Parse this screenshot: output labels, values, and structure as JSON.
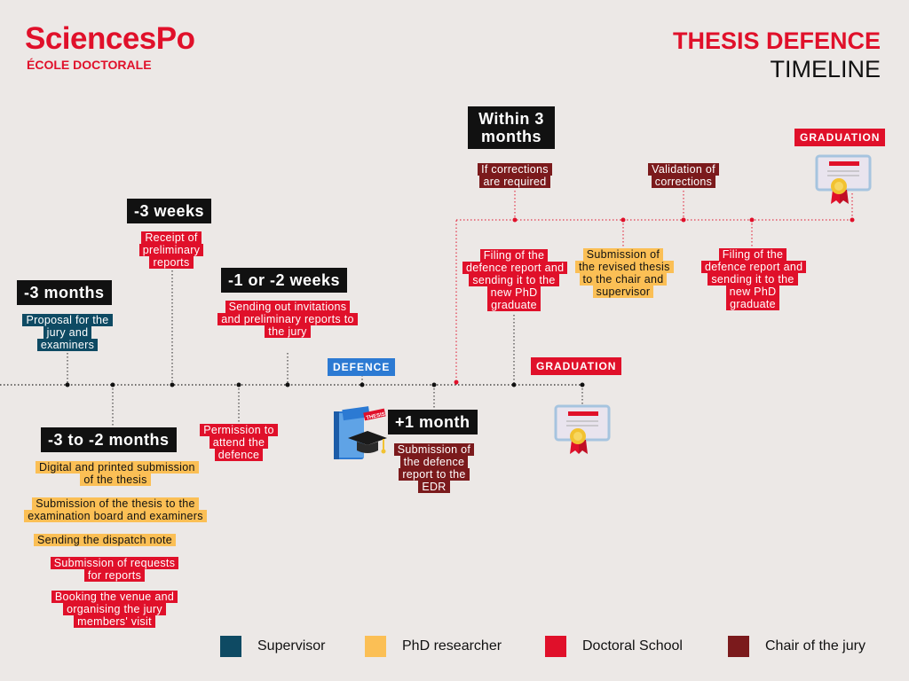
{
  "header": {
    "logo": "SciencesPo",
    "logo_sub": "ÉCOLE DOCTORALE",
    "title_line1": "THESIS DEFENCE",
    "title_line2": "TIMELINE"
  },
  "milestones": {
    "m3months": "-3 months",
    "m3to2months": "-3 to -2 months",
    "m3weeks": "-3 weeks",
    "m1or2weeks": "-1 or -2 weeks",
    "plus1month": "+1 month",
    "within3months": "Within 3 months"
  },
  "tags": {
    "defence": "DEFENCE",
    "graduation": "GRADUATION",
    "graduation_top": "GRADUATION"
  },
  "tasks": {
    "proposal": "Proposal for the jury and examiners",
    "digital_submission": "Digital and printed submission of the thesis",
    "submission_board": "Submission of the thesis to the examination board and examiners",
    "dispatch_note": "Sending the dispatch note",
    "requests_reports": "Submission of requests for reports",
    "booking_venue": "Booking the venue and organising the jury members' visit",
    "receipt_reports": "Receipt of preliminary reports",
    "permission": "Permission to attend the defence",
    "sending_invitations": "Sending out invitations and preliminary reports to the jury",
    "submission_defence_report": "Submission of the defence report to the EDR",
    "filing_report_1": "Filing of the defence report and sending it to the new PhD graduate",
    "if_corrections": "If corrections are required",
    "submission_revised": "Submission of the revised thesis to the chair and supervisor",
    "validation_corrections": "Validation of corrections",
    "filing_report_2": "Filing of the defence report and sending it to the new PhD graduate"
  },
  "icons": {
    "thesis_book": "thesis-book-icon",
    "thesis_book_label": "THESIS",
    "certificate": "certificate-icon"
  },
  "legend": [
    {
      "label": "Supervisor",
      "color": "#0e4a63"
    },
    {
      "label": "PhD researcher",
      "color": "#fbbf55"
    },
    {
      "label": "Doctoral School",
      "color": "#e0102a"
    },
    {
      "label": "Chair of the jury",
      "color": "#7b1a1c"
    }
  ]
}
